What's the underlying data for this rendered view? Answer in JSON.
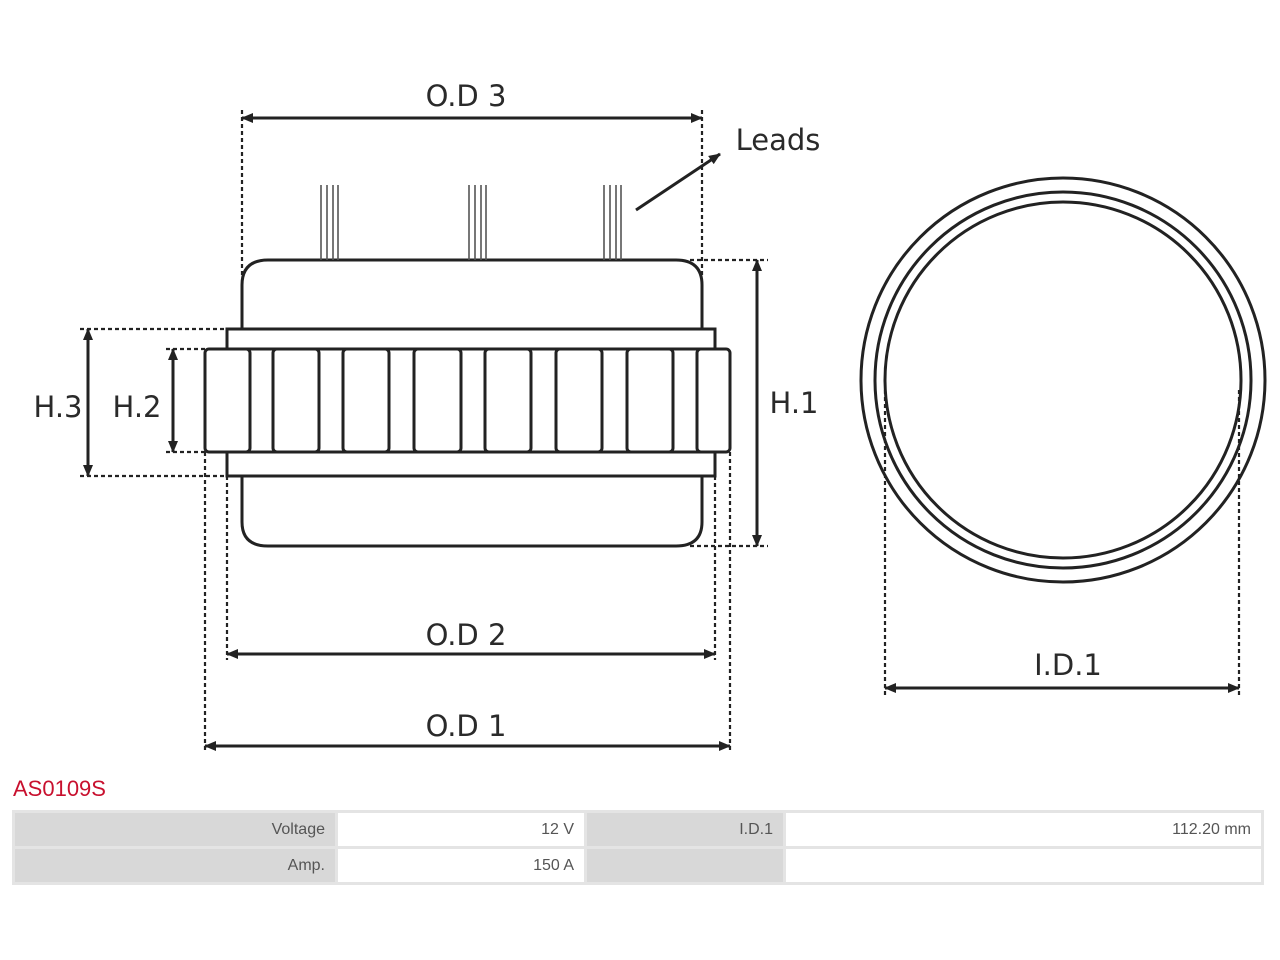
{
  "diagram": {
    "labels": {
      "od3": "O.D 3",
      "od2": "O.D 2",
      "od1": "O.D 1",
      "h1": "H.1",
      "h2": "H.2",
      "h3": "H.3",
      "id1": "I.D.1",
      "leads": "Leads"
    }
  },
  "part_number": "AS0109S",
  "specs": {
    "rows": [
      {
        "key1": "Voltage",
        "val1": "12 V",
        "key2": "I.D.1",
        "val2": "112.20 mm"
      },
      {
        "key1": "Amp.",
        "val1": "150 A",
        "key2": "",
        "val2": ""
      }
    ]
  }
}
